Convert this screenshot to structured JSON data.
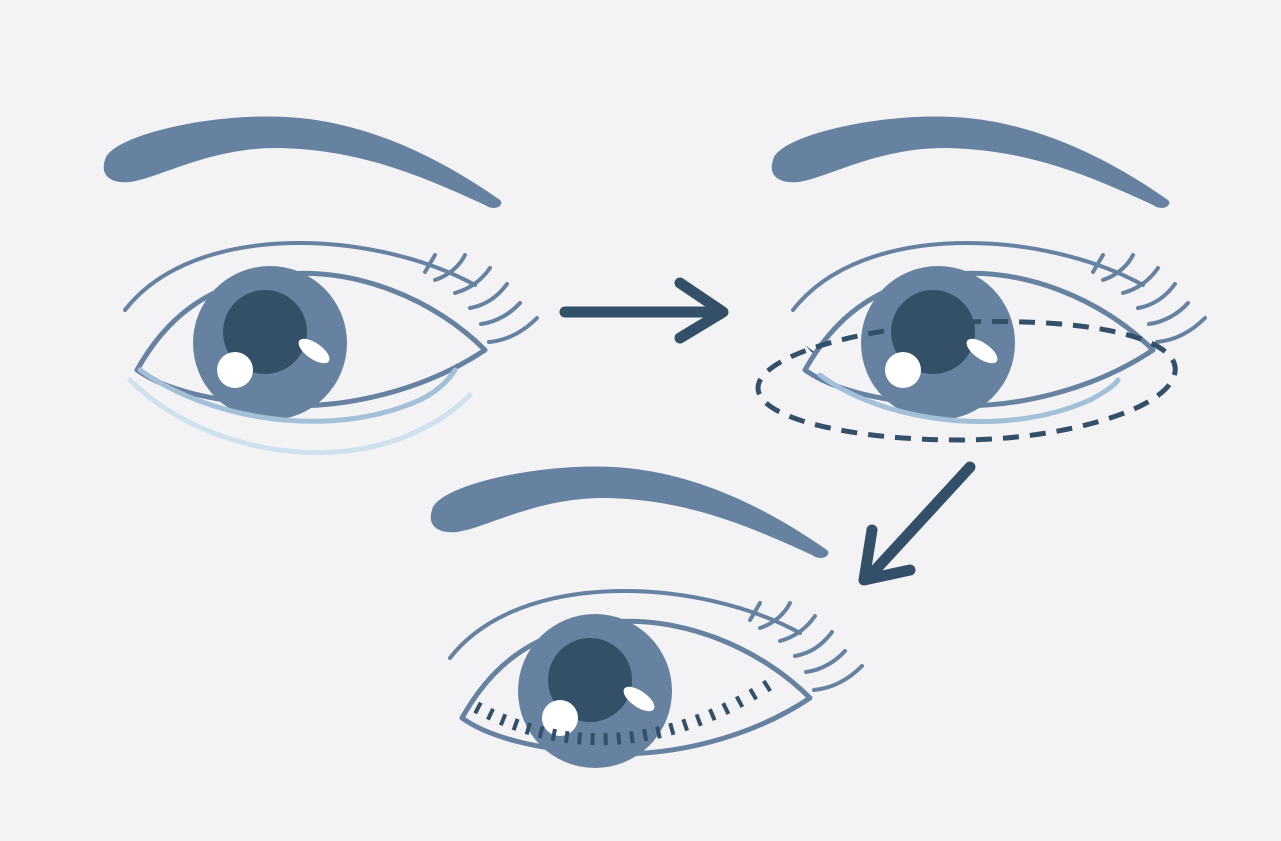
{
  "diagram": {
    "colors": {
      "background": "#f3f3f6",
      "brow": "#6782a0",
      "lid_line": "#6782a0",
      "iris": "#6782a0",
      "pupil": "#344f68",
      "highlight": "#ffffff",
      "sclera": "#f3f3f6",
      "under_eye_mid": "#a4c0d8",
      "under_eye_light": "#cfe1ef",
      "dark": "#344f68",
      "arrow": "#344f68",
      "dashed_outline": "#344f68",
      "stitches": "#344f68"
    },
    "steps": [
      {
        "id": "before",
        "feature": "under-eye-bags"
      },
      {
        "id": "marked",
        "feature": "dashed-treatment-area"
      },
      {
        "id": "after",
        "feature": "tightened-lower-lid-sutures"
      }
    ],
    "arrows": [
      {
        "from": "before",
        "to": "marked",
        "direction": "right"
      },
      {
        "from": "marked",
        "to": "after",
        "direction": "down-left"
      }
    ]
  }
}
